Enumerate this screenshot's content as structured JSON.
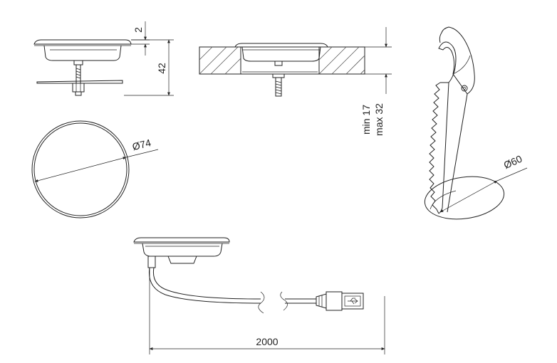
{
  "dimensions": {
    "lip_thickness": "2",
    "height": "42",
    "min_thickness": "min 17",
    "max_thickness": "max 32",
    "diameter_cover": "Ø74",
    "diameter_hole": "Ø60",
    "cable_length": "2000"
  },
  "icons": {
    "usb": "usb-icon",
    "saw": "saw-icon"
  },
  "colors": {
    "line": "#222222",
    "background": "#ffffff"
  }
}
